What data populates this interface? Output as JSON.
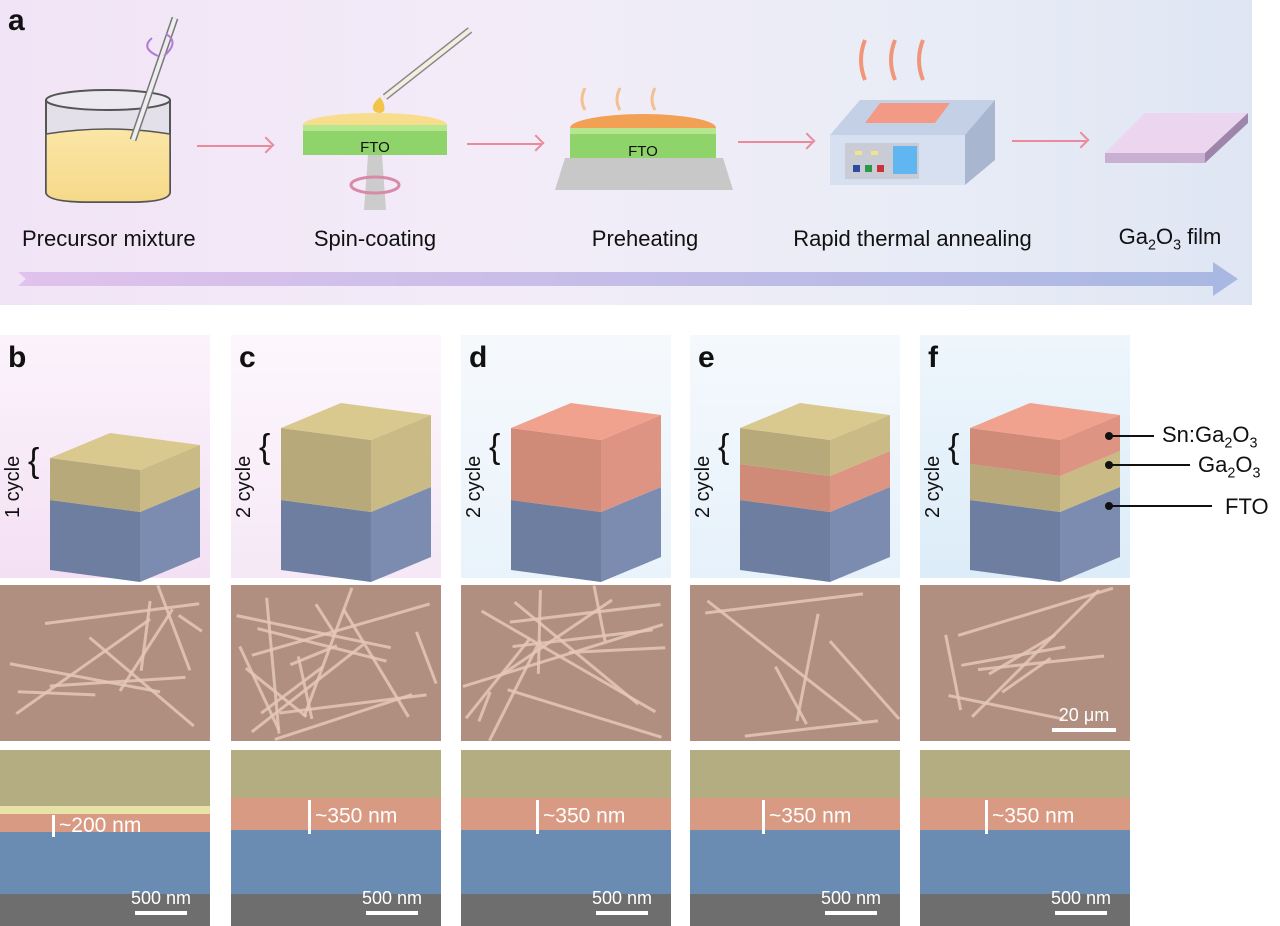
{
  "figure": {
    "panel_a": {
      "label": "a",
      "steps": [
        {
          "name": "Precursor mixture",
          "icon": "beaker-with-stirring-rod-icon"
        },
        {
          "name": "Spin-coating",
          "icon": "spin-coater-icon",
          "substrate_label": "FTO"
        },
        {
          "name": "Preheating",
          "icon": "hotplate-icon",
          "substrate_label": "FTO"
        },
        {
          "name": "Rapid thermal annealing",
          "icon": "annealing-furnace-icon"
        },
        {
          "name_prefix": "Ga",
          "sub1": "2",
          "mid": "O",
          "sub2": "3",
          "suffix": " film",
          "icon": "film-slab-icon"
        }
      ]
    },
    "panels": [
      {
        "label": "b",
        "cycle_label": "1 cycle",
        "stack": [
          "FTO",
          "Ga2O3"
        ],
        "thickness_label": "~200 nm",
        "scale_bar": "500 nm"
      },
      {
        "label": "c",
        "cycle_label": "2 cycle",
        "stack": [
          "FTO",
          "Ga2O3"
        ],
        "thickness_label": "~350 nm",
        "scale_bar": "500 nm"
      },
      {
        "label": "d",
        "cycle_label": "2 cycle",
        "stack": [
          "FTO",
          "Sn:Ga2O3"
        ],
        "thickness_label": "~350 nm",
        "scale_bar": "500 nm"
      },
      {
        "label": "e",
        "cycle_label": "2 cycle",
        "stack": [
          "FTO",
          "Sn:Ga2O3",
          "Ga2O3"
        ],
        "thickness_label": "~350 nm",
        "scale_bar": "500 nm"
      },
      {
        "label": "f",
        "cycle_label": "2 cycle",
        "stack": [
          "FTO",
          "Ga2O3",
          "Sn:Ga2O3"
        ],
        "thickness_label": "~350 nm",
        "scale_bar": "500 nm",
        "top_view_scale_bar": "20 μm"
      }
    ],
    "legend": {
      "sn_ga2o3": {
        "prefix": "Sn:Ga",
        "s1": "2",
        "mid": "O",
        "s2": "3"
      },
      "ga2o3": {
        "prefix": "Ga",
        "s1": "2",
        "mid": "O",
        "s2": "3"
      },
      "fto": "FTO"
    },
    "colors": {
      "ga2o3": "#d9c98f",
      "sn_ga2o3": "#e89a86",
      "fto": "#7f8fae",
      "arrow": "#ea8a9a"
    }
  }
}
